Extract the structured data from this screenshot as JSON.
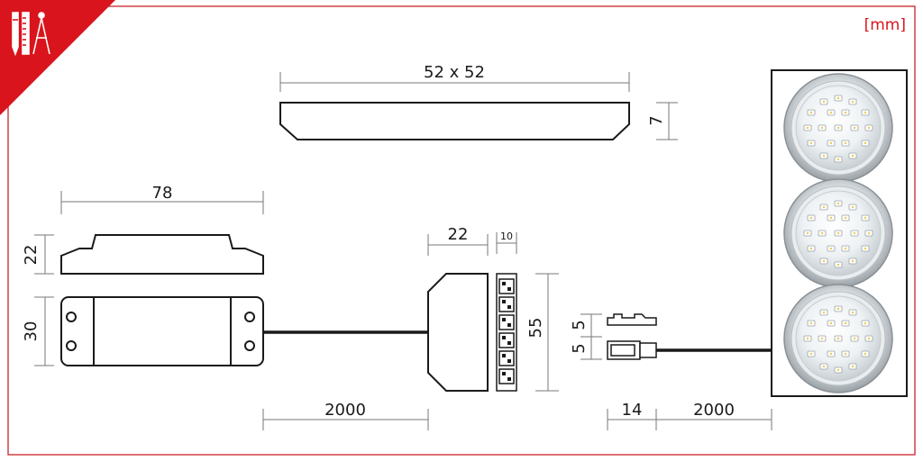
{
  "units_label": "[mm]",
  "dimensions": {
    "panel_size": "52 x 52",
    "panel_thickness": "7",
    "driver_length": "78",
    "driver_height": "22",
    "driver_width": "30",
    "distributor_width": "22",
    "connector_block_width": "10",
    "distributor_height": "55",
    "plug_height_top": "5",
    "plug_height_bottom": "5",
    "cable_length_driver": "2000",
    "plug_length": "14",
    "cable_length_lamp": "2000"
  },
  "colors": {
    "accent": "#d9141c",
    "frame": "#c8242b",
    "line": "#1a1a1a",
    "dim_line": "#777777"
  },
  "icons": [
    "drafting-tools-icon"
  ]
}
